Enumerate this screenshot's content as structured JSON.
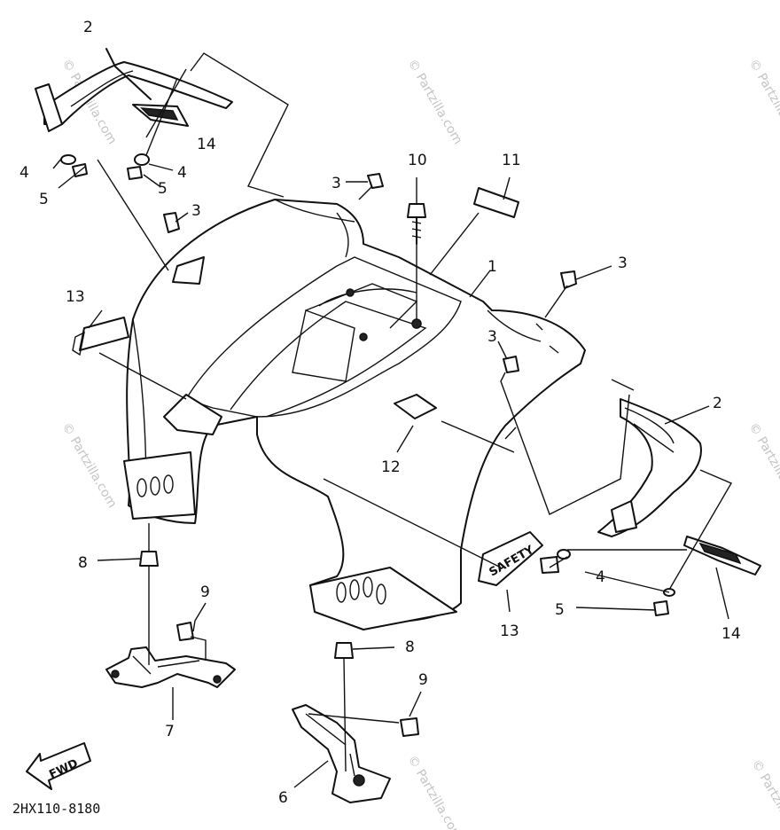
{
  "diagram": {
    "callouts": [
      "1",
      "2",
      "3",
      "4",
      "5",
      "6",
      "7",
      "8",
      "9",
      "10",
      "11",
      "12",
      "13",
      "14"
    ],
    "part_code": "2HX110-8180",
    "direction_marker": "FWD",
    "decal_text": "SAFETY",
    "watermark": "© Partzilla.com"
  }
}
